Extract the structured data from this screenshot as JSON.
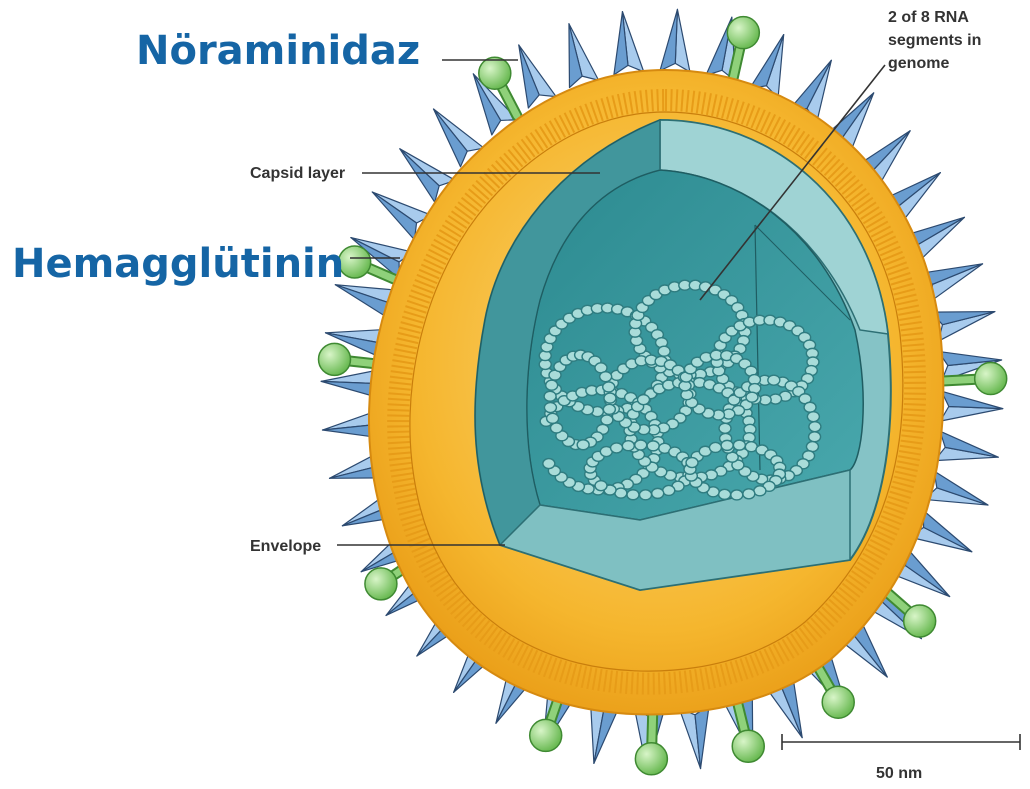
{
  "labels": {
    "neuraminidase": "Nöraminidaz",
    "hemagglutinin": "Hemagglütinin",
    "capsid": "Capsid layer",
    "envelope": "Envelope",
    "rna_line1": "2 of 8 RNA",
    "rna_line2": "segments in",
    "rna_line3": "genome",
    "scale": "50 nm"
  },
  "colors": {
    "title_text": "#1565a5",
    "envelope_fill": "#f5b62e",
    "membrane": "#e39a10",
    "spike_fill": "#6a9dd0",
    "spike_edge": "#2c4a70",
    "knob_fill": "#8fd17a",
    "knob_edge": "#3f8a32",
    "capsid_outer": "#85c3c6",
    "capsid_face": "#3c9aa0",
    "capsid_dark": "#297f86",
    "rna": "#2f7c80",
    "rna_fill": "#a9dcd9"
  }
}
